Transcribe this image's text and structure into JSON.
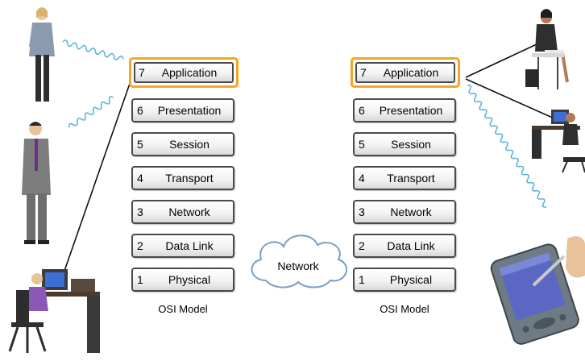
{
  "left_stack": {
    "layers": [
      {
        "num": "7",
        "name": "Application"
      },
      {
        "num": "6",
        "name": "Presentation"
      },
      {
        "num": "5",
        "name": "Session"
      },
      {
        "num": "4",
        "name": "Transport"
      },
      {
        "num": "3",
        "name": "Network"
      },
      {
        "num": "2",
        "name": "Data Link"
      },
      {
        "num": "1",
        "name": "Physical"
      }
    ],
    "caption": "OSI Model"
  },
  "right_stack": {
    "layers": [
      {
        "num": "7",
        "name": "Application"
      },
      {
        "num": "6",
        "name": "Presentation"
      },
      {
        "num": "5",
        "name": "Session"
      },
      {
        "num": "4",
        "name": "Transport"
      },
      {
        "num": "3",
        "name": "Network"
      },
      {
        "num": "2",
        "name": "Data Link"
      },
      {
        "num": "1",
        "name": "Physical"
      }
    ],
    "caption": "OSI Model"
  },
  "cloud": {
    "label": "Network"
  },
  "colors": {
    "highlight": "#f5a623",
    "layer_border": "#4a4a4a",
    "wireless": "#5ab4e0",
    "wire": "#111111"
  },
  "icons": [
    "woman-on-phone-icon",
    "man-on-phone-icon",
    "man-at-computer-icon",
    "woman-seated-icon",
    "woman-at-computer-icon",
    "pda-icon",
    "network-cloud-icon"
  ]
}
